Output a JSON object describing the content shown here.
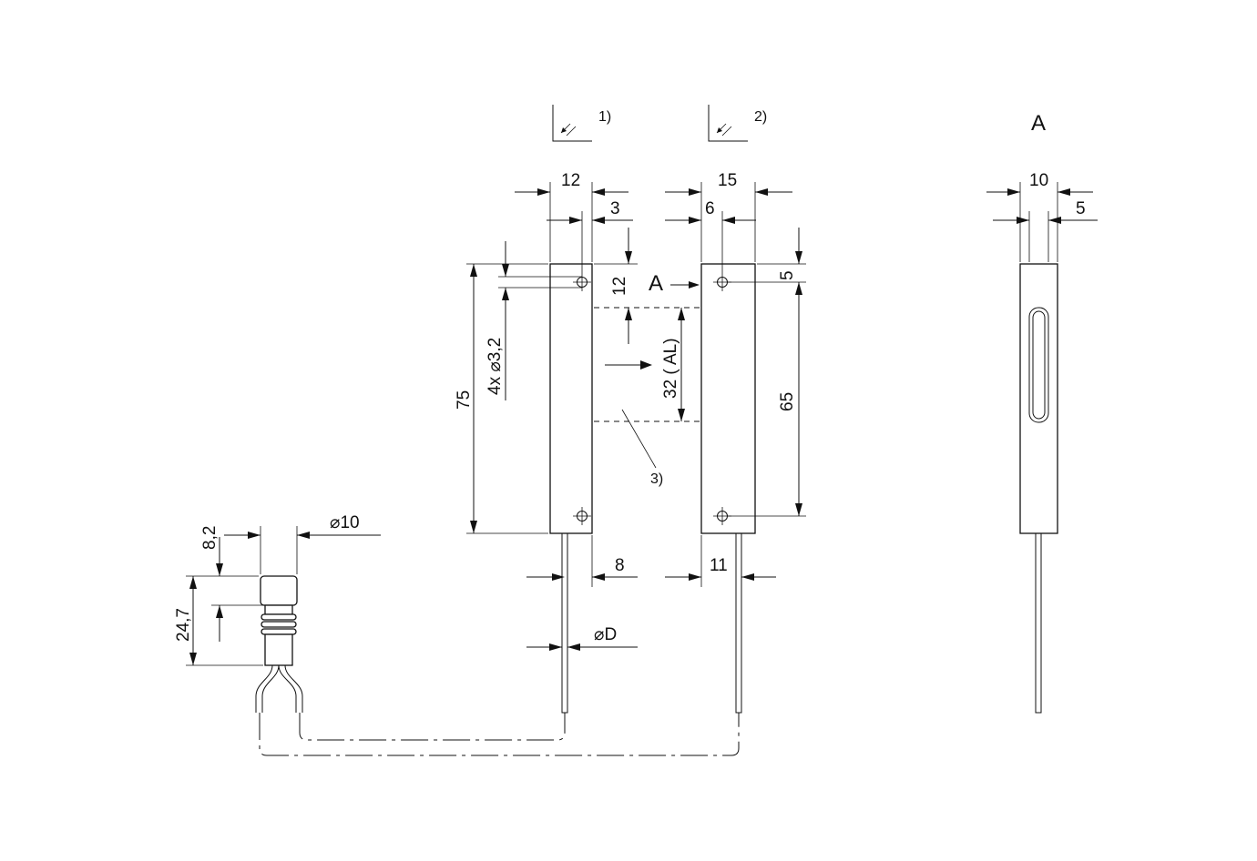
{
  "drawing": {
    "view_label": "A",
    "section_arrow_label": "A",
    "notes": {
      "note1": "1)",
      "note2": "2)",
      "note3": "3)"
    },
    "dimensions": {
      "emitter_width": "12",
      "emitter_hole_offset": "3",
      "emitter_hole_top": "12",
      "emitter_length": "75",
      "hole_spec": "4x ⌀3,2",
      "emitter_cable_offset": "8",
      "cable_diameter": "⌀D",
      "receiver_width": "15",
      "receiver_hole_offset": "6",
      "receiver_hole_top": "5",
      "receiver_hole_spacing": "65",
      "receiver_cable_offset": "11",
      "active_length": "32  ( AL)",
      "side_width": "10",
      "side_offset": "5",
      "connector_diameter": "⌀10",
      "connector_cap": "8,2",
      "connector_length": "24,7"
    }
  }
}
